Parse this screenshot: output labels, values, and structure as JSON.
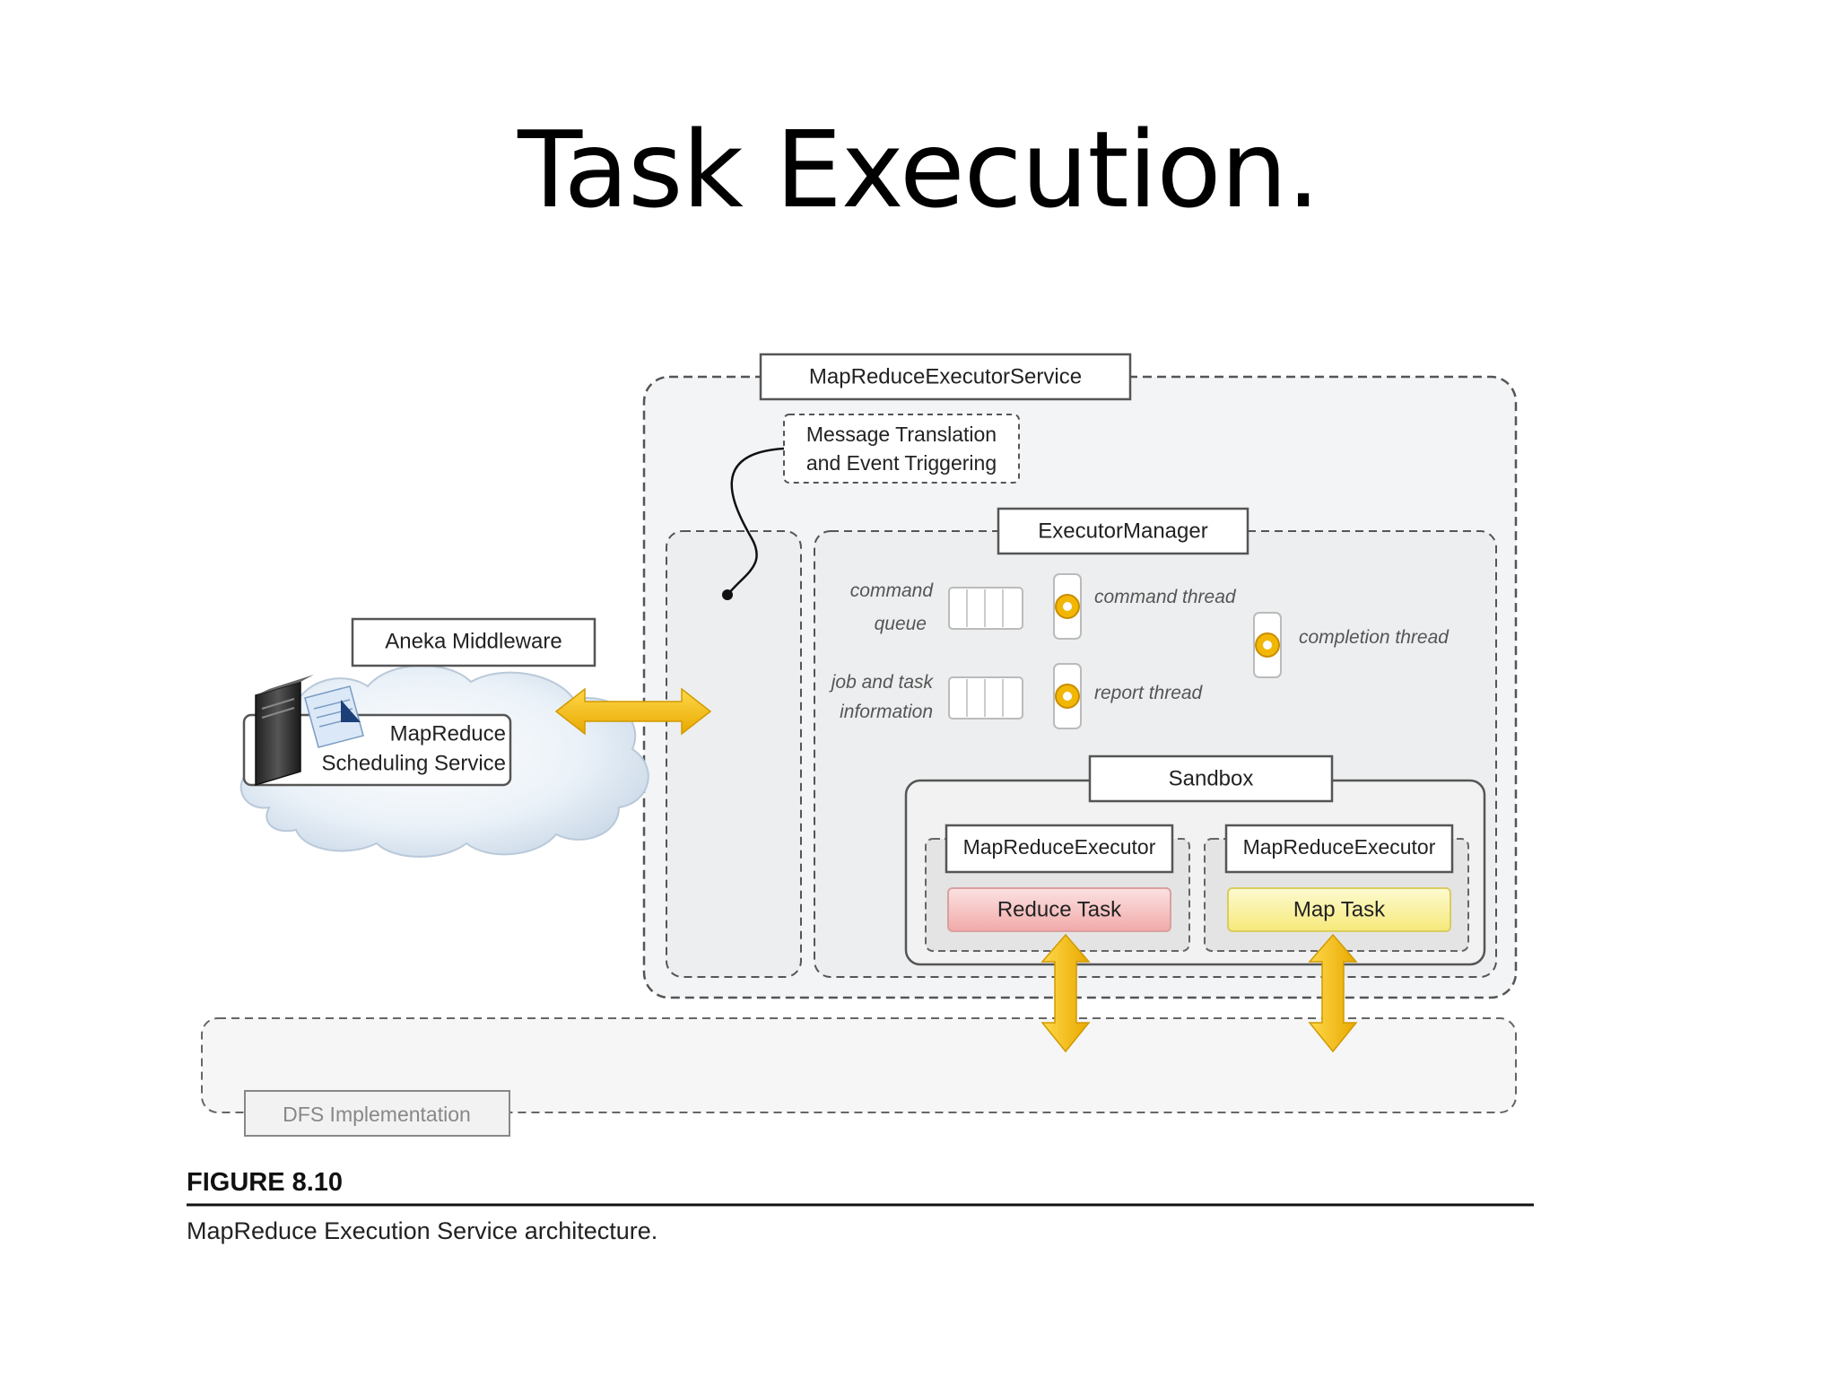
{
  "slide": {
    "title": "Task Execution."
  },
  "diagram": {
    "executor_service": "MapReduceExecutorService",
    "message_translation": [
      "Message Translation",
      "and Event Triggering"
    ],
    "executor_manager": "ExecutorManager",
    "command_queue": [
      "command",
      "queue"
    ],
    "job_task_info": [
      "job and task",
      "information"
    ],
    "command_thread": "command thread",
    "report_thread": "report thread",
    "completion_thread": "completion thread",
    "aneka_middleware": "Aneka Middleware",
    "scheduling_service": [
      "MapReduce",
      "Scheduling Service"
    ],
    "sandbox": "Sandbox",
    "executor_left": "MapReduceExecutor",
    "executor_right": "MapReduceExecutor",
    "reduce_task": "Reduce Task",
    "map_task": "Map Task",
    "dfs": "DFS Implementation"
  },
  "figure": {
    "number": "FIGURE 8.10",
    "caption": "MapReduce Execution Service architecture."
  },
  "colors": {
    "arrow": "#f2b705",
    "reduce_fill": "#f6c2c2",
    "map_fill": "#faf3a6",
    "panel_fill": "#f1f2f3",
    "border": "#555555"
  },
  "icons": [
    "server-icon",
    "document-icon",
    "cloud-icon",
    "queue-icon",
    "gear-icon",
    "double-arrow-icon"
  ]
}
